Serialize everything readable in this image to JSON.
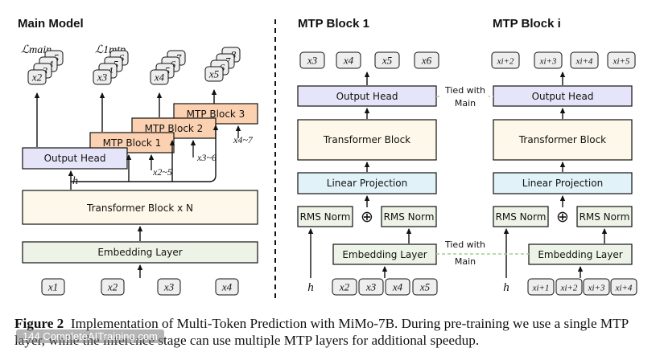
{
  "titles": {
    "main_model": "Main Model",
    "mtp_block_1": "MTP Block 1",
    "mtp_block_i": "MTP Block i"
  },
  "main_model": {
    "loss_main": "ℒmain",
    "loss_mtp": "ℒ1mtp",
    "output_head": "Output Head",
    "mtp_block_1": "MTP Block 1",
    "mtp_block_2": "MTP Block 2",
    "mtp_block_3": "MTP Block 3",
    "transformer": "Transformer Block x N",
    "embedding": "Embedding Layer",
    "h_label": "h",
    "side_inputs": [
      "x2~5",
      "x3~6",
      "x4~7"
    ],
    "inputs": [
      "x1",
      "x2",
      "x3",
      "x4"
    ],
    "output_stacks": [
      [
        "x2",
        "x3",
        "x4",
        "x5"
      ],
      [
        "x3",
        "x4",
        "x5",
        "x6"
      ],
      [
        "x4",
        "x5",
        "x6",
        "x7"
      ],
      [
        "x5",
        "x6",
        "x7",
        "x8"
      ]
    ]
  },
  "mtp1": {
    "outputs": [
      "x3",
      "x4",
      "x5",
      "x6"
    ],
    "output_head": "Output Head",
    "transformer": "Transformer Block",
    "linear": "Linear Projection",
    "rms_left": "RMS Norm",
    "rms_right": "RMS Norm",
    "plus": "⊕",
    "embedding": "Embedding Layer",
    "h_label": "h",
    "inputs": [
      "x2",
      "x3",
      "x4",
      "x5"
    ]
  },
  "mtpi": {
    "outputs": [
      "xi+2",
      "xi+3",
      "xi+4",
      "xi+5"
    ],
    "output_head": "Output Head",
    "transformer": "Transformer Block",
    "linear": "Linear Projection",
    "rms_left": "RMS Norm",
    "rms_right": "RMS Norm",
    "plus": "⊕",
    "embedding": "Embedding Layer",
    "h_label": "h",
    "inputs": [
      "xi+1",
      "xi+2",
      "xi+3",
      "xi+4"
    ]
  },
  "tied_top": [
    "Tied with",
    "Main"
  ],
  "tied_bottom": [
    "Tied with",
    "Main"
  ],
  "caption": {
    "label": "Figure 2",
    "text": "Implementation of Multi-Token Prediction with MiMo-7B. During pre-training we use a single MTP layer, while the inference stage can use multiple MTP layers for additional speedup."
  },
  "watermark": "144 CompleteAITraining.com",
  "colors": {
    "purple": "#e6e4f8",
    "cream": "#fdf8e9",
    "cyan": "#e1f2f8",
    "green": "#edf3e6",
    "orange": "#fbd1b1",
    "token": "#eeeeee"
  }
}
